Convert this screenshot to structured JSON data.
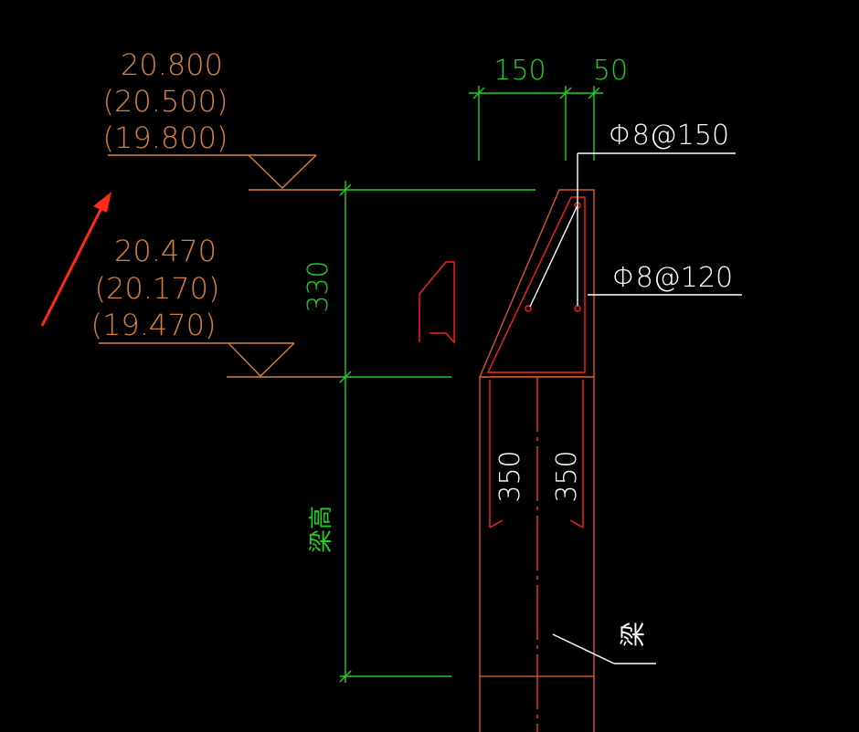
{
  "colors": {
    "background": "#000000",
    "elevation_text": "#d9813a",
    "elevation_line": "#d9813a",
    "dimension": "#1fd11f",
    "outline": "#d9552a",
    "rebar_red": "#ff2020",
    "rebar_white": "#ffffff",
    "annotation_text": "#ffffff",
    "arrow": "#ff2a1a",
    "centerline": "#ff3030"
  },
  "elevation_upper": {
    "main": "20.800",
    "alt1": "(20.500)",
    "alt2": "(19.800)"
  },
  "elevation_lower": {
    "main": "20.470",
    "alt1": "(20.170)",
    "alt2": "(19.470)"
  },
  "dimensions": {
    "top_width_a": "150",
    "top_width_b": "50",
    "upper_height": "330",
    "beam_height": "梁高",
    "rebar_length_left": "350",
    "rebar_length_right": "350"
  },
  "rebar_labels": {
    "stirrup_upper": "Φ8@150",
    "stirrup_lower": "Φ8@120"
  },
  "beam_label": "梁",
  "icons": {
    "pointer": "red-arrow-icon"
  }
}
